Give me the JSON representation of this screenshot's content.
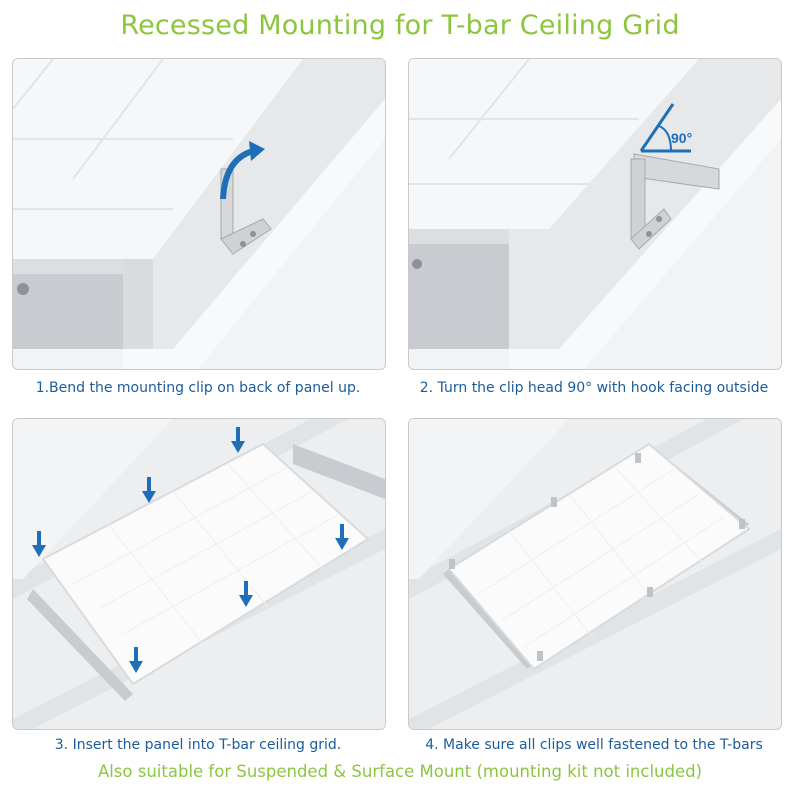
{
  "header": {
    "title": "Recessed Mounting for T-bar Ceiling Grid"
  },
  "steps": [
    {
      "caption": "1.Bend the mounting clip on back of panel up."
    },
    {
      "caption": "2. Turn the clip head 90° with hook facing outside",
      "angle_label": "90°"
    },
    {
      "caption": "3. Insert the panel into T-bar ceiling grid."
    },
    {
      "caption": "4. Make sure all clips well fastened to the T-bars"
    }
  ],
  "footer": {
    "note": "Also suitable for Suspended & Surface Mount (mounting kit not included)"
  },
  "colors": {
    "accent_green": "#8cc63f",
    "caption_blue": "#1a5c9c",
    "arrow_blue": "#1f6fb8"
  }
}
